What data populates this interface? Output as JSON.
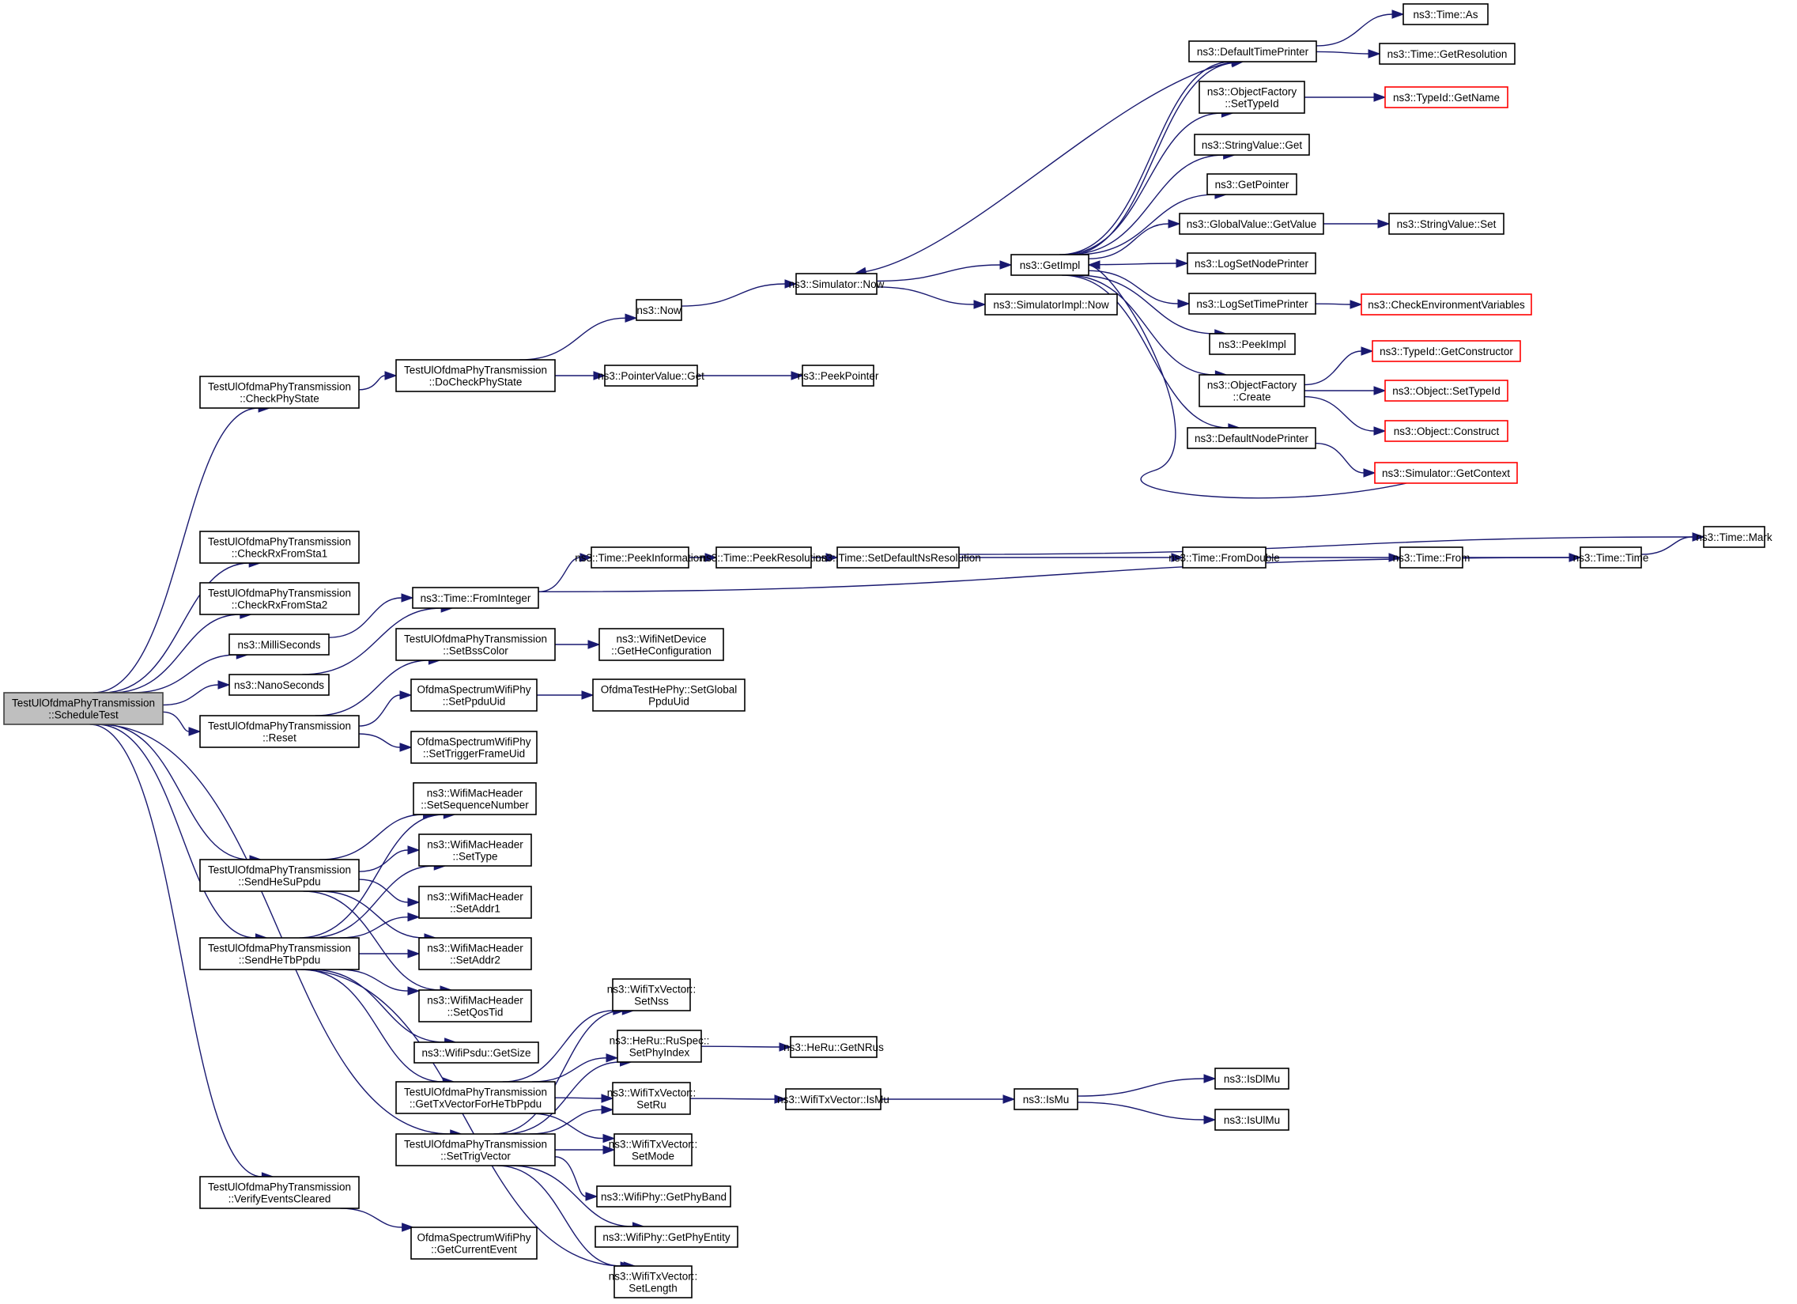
{
  "diagram": {
    "type": "call-graph",
    "colors": {
      "edge": "#191970",
      "root_fill": "#bfbfbf",
      "truncated_border": "#ff0000",
      "node_border": "#000000"
    },
    "nodes": [
      {
        "id": "scheduleTest",
        "label": [
          "TestUlOfdmaPhyTransmission",
          "::ScheduleTest"
        ],
        "root": true
      },
      {
        "id": "checkPhyState",
        "label": [
          "TestUlOfdmaPhyTransmission",
          "::CheckPhyState"
        ]
      },
      {
        "id": "checkRxSta1",
        "label": [
          "TestUlOfdmaPhyTransmission",
          "::CheckRxFromSta1"
        ]
      },
      {
        "id": "checkRxSta2",
        "label": [
          "TestUlOfdmaPhyTransmission",
          "::CheckRxFromSta2"
        ]
      },
      {
        "id": "milliSeconds",
        "label": [
          "ns3::MilliSeconds"
        ]
      },
      {
        "id": "nanoSeconds",
        "label": [
          "ns3::NanoSeconds"
        ]
      },
      {
        "id": "reset",
        "label": [
          "TestUlOfdmaPhyTransmission",
          "::Reset"
        ]
      },
      {
        "id": "sendHeSuPpdu",
        "label": [
          "TestUlOfdmaPhyTransmission",
          "::SendHeSuPpdu"
        ]
      },
      {
        "id": "sendHeTbPpdu",
        "label": [
          "TestUlOfdmaPhyTransmission",
          "::SendHeTbPpdu"
        ]
      },
      {
        "id": "verifyEvents",
        "label": [
          "TestUlOfdmaPhyTransmission",
          "::VerifyEventsCleared"
        ]
      },
      {
        "id": "doCheckPhyState",
        "label": [
          "TestUlOfdmaPhyTransmission",
          "::DoCheckPhyState"
        ]
      },
      {
        "id": "fromInteger",
        "label": [
          "ns3::Time::FromInteger"
        ]
      },
      {
        "id": "setBssColor",
        "label": [
          "TestUlOfdmaPhyTransmission",
          "::SetBssColor"
        ]
      },
      {
        "id": "setPpduUid",
        "label": [
          "OfdmaSpectrumWifiPhy",
          "::SetPpduUid"
        ]
      },
      {
        "id": "setTriggerFrameUid",
        "label": [
          "OfdmaSpectrumWifiPhy",
          "::SetTriggerFrameUid"
        ]
      },
      {
        "id": "setSeqNum",
        "label": [
          "ns3::WifiMacHeader",
          "::SetSequenceNumber"
        ]
      },
      {
        "id": "setType",
        "label": [
          "ns3::WifiMacHeader",
          "::SetType"
        ]
      },
      {
        "id": "setAddr1",
        "label": [
          "ns3::WifiMacHeader",
          "::SetAddr1"
        ]
      },
      {
        "id": "setAddr2",
        "label": [
          "ns3::WifiMacHeader",
          "::SetAddr2"
        ]
      },
      {
        "id": "setQosTid",
        "label": [
          "ns3::WifiMacHeader",
          "::SetQosTid"
        ]
      },
      {
        "id": "getSize",
        "label": [
          "ns3::WifiPsdu::GetSize"
        ]
      },
      {
        "id": "getTxVector",
        "label": [
          "TestUlOfdmaPhyTransmission",
          "::GetTxVectorForHeTbPpdu"
        ]
      },
      {
        "id": "setTrigVector",
        "label": [
          "TestUlOfdmaPhyTransmission",
          "::SetTrigVector"
        ]
      },
      {
        "id": "getCurrentEvent",
        "label": [
          "OfdmaSpectrumWifiPhy",
          "::GetCurrentEvent"
        ]
      },
      {
        "id": "now",
        "label": [
          "ns3::Now"
        ]
      },
      {
        "id": "pointerValueGet",
        "label": [
          "ns3::PointerValue::Get"
        ]
      },
      {
        "id": "peekPointer",
        "label": [
          "ns3::PeekPointer"
        ]
      },
      {
        "id": "simulatorNow",
        "label": [
          "ns3::Simulator::Now"
        ]
      },
      {
        "id": "getImpl",
        "label": [
          "ns3::GetImpl"
        ]
      },
      {
        "id": "simImplNow",
        "label": [
          "ns3::SimulatorImpl::Now"
        ]
      },
      {
        "id": "peekInformation",
        "label": [
          "ns3::Time::PeekInformation"
        ]
      },
      {
        "id": "peekResolution",
        "label": [
          "ns3::Time::PeekResolution"
        ]
      },
      {
        "id": "setDefaultNsRes",
        "label": [
          "ns3::Time::SetDefaultNsResolution"
        ]
      },
      {
        "id": "fromDouble",
        "label": [
          "ns3::Time::FromDouble"
        ]
      },
      {
        "id": "timeFrom",
        "label": [
          "ns3::Time::From"
        ]
      },
      {
        "id": "timeTime",
        "label": [
          "ns3::Time::Time"
        ]
      },
      {
        "id": "timeMark",
        "label": [
          "ns3::Time::Mark"
        ]
      },
      {
        "id": "getHeConfig",
        "label": [
          "ns3::WifiNetDevice",
          "::GetHeConfiguration"
        ]
      },
      {
        "id": "setGlobalPpduUid",
        "label": [
          "OfdmaTestHePhy::SetGlobal",
          "PpduUid"
        ]
      },
      {
        "id": "setNss",
        "label": [
          "ns3::WifiTxVector::",
          "SetNss"
        ]
      },
      {
        "id": "setPhyIndex",
        "label": [
          "ns3::HeRu::RuSpec::",
          "SetPhyIndex"
        ]
      },
      {
        "id": "getNRus",
        "label": [
          "ns3::HeRu::GetNRus"
        ]
      },
      {
        "id": "setRu",
        "label": [
          "ns3::WifiTxVector::",
          "SetRu"
        ]
      },
      {
        "id": "txIsMu",
        "label": [
          "ns3::WifiTxVector::IsMu"
        ]
      },
      {
        "id": "isMu",
        "label": [
          "ns3::IsMu"
        ]
      },
      {
        "id": "isDlMu",
        "label": [
          "ns3::IsDlMu"
        ]
      },
      {
        "id": "isUlMu",
        "label": [
          "ns3::IsUlMu"
        ]
      },
      {
        "id": "setMode",
        "label": [
          "ns3::WifiTxVector::",
          "SetMode"
        ]
      },
      {
        "id": "getPhyBand",
        "label": [
          "ns3::WifiPhy::GetPhyBand"
        ]
      },
      {
        "id": "getPhyEntity",
        "label": [
          "ns3::WifiPhy::GetPhyEntity"
        ]
      },
      {
        "id": "setLength",
        "label": [
          "ns3::WifiTxVector::",
          "SetLength"
        ]
      },
      {
        "id": "defaultTimePrinter",
        "label": [
          "ns3::DefaultTimePrinter"
        ]
      },
      {
        "id": "timeAs",
        "label": [
          "ns3::Time::As"
        ]
      },
      {
        "id": "timeGetRes",
        "label": [
          "ns3::Time::GetResolution"
        ]
      },
      {
        "id": "ofSetTypeId",
        "label": [
          "ns3::ObjectFactory",
          "::SetTypeId"
        ]
      },
      {
        "id": "typeIdGetName",
        "label": [
          "ns3::TypeId::GetName"
        ],
        "truncated": true
      },
      {
        "id": "stringValueGet",
        "label": [
          "ns3::StringValue::Get"
        ]
      },
      {
        "id": "getPointer",
        "label": [
          "ns3::GetPointer"
        ]
      },
      {
        "id": "globalGetValue",
        "label": [
          "ns3::GlobalValue::GetValue"
        ]
      },
      {
        "id": "stringValueSet",
        "label": [
          "ns3::StringValue::Set"
        ]
      },
      {
        "id": "logSetNodePrinter",
        "label": [
          "ns3::LogSetNodePrinter"
        ]
      },
      {
        "id": "logSetTimePrinter",
        "label": [
          "ns3::LogSetTimePrinter"
        ]
      },
      {
        "id": "checkEnvVars",
        "label": [
          "ns3::CheckEnvironmentVariables"
        ],
        "truncated": true
      },
      {
        "id": "peekImpl",
        "label": [
          "ns3::PeekImpl"
        ]
      },
      {
        "id": "ofCreate",
        "label": [
          "ns3::ObjectFactory",
          "::Create"
        ]
      },
      {
        "id": "getConstructor",
        "label": [
          "ns3::TypeId::GetConstructor"
        ],
        "truncated": true
      },
      {
        "id": "objSetTypeId",
        "label": [
          "ns3::Object::SetTypeId"
        ],
        "truncated": true
      },
      {
        "id": "objConstruct",
        "label": [
          "ns3::Object::Construct"
        ],
        "truncated": true
      },
      {
        "id": "defaultNodePrinter",
        "label": [
          "ns3::DefaultNodePrinter"
        ]
      },
      {
        "id": "getContext",
        "label": [
          "ns3::Simulator::GetContext"
        ],
        "truncated": true
      }
    ],
    "edges": [
      [
        "scheduleTest",
        "checkPhyState"
      ],
      [
        "scheduleTest",
        "checkRxSta1"
      ],
      [
        "scheduleTest",
        "checkRxSta2"
      ],
      [
        "scheduleTest",
        "milliSeconds"
      ],
      [
        "scheduleTest",
        "nanoSeconds"
      ],
      [
        "scheduleTest",
        "reset"
      ],
      [
        "scheduleTest",
        "sendHeSuPpdu"
      ],
      [
        "scheduleTest",
        "sendHeTbPpdu"
      ],
      [
        "scheduleTest",
        "setTrigVector"
      ],
      [
        "scheduleTest",
        "verifyEvents"
      ],
      [
        "checkPhyState",
        "doCheckPhyState"
      ],
      [
        "doCheckPhyState",
        "now"
      ],
      [
        "doCheckPhyState",
        "pointerValueGet"
      ],
      [
        "pointerValueGet",
        "peekPointer"
      ],
      [
        "now",
        "simulatorNow"
      ],
      [
        "simulatorNow",
        "getImpl"
      ],
      [
        "simulatorNow",
        "simImplNow"
      ],
      [
        "getImpl",
        "defaultTimePrinter"
      ],
      [
        "getImpl",
        "defaultTimePrinter"
      ],
      [
        "getImpl",
        "ofSetTypeId"
      ],
      [
        "getImpl",
        "stringValueGet"
      ],
      [
        "getImpl",
        "getPointer"
      ],
      [
        "getImpl",
        "globalGetValue"
      ],
      [
        "getImpl",
        "logSetNodePrinter"
      ],
      [
        "getImpl",
        "logSetTimePrinter"
      ],
      [
        "getImpl",
        "peekImpl"
      ],
      [
        "getImpl",
        "ofCreate"
      ],
      [
        "getImpl",
        "defaultNodePrinter"
      ],
      [
        "defaultTimePrinter",
        "timeAs"
      ],
      [
        "defaultTimePrinter",
        "timeGetRes"
      ],
      [
        "defaultTimePrinter",
        "simulatorNow"
      ],
      [
        "ofSetTypeId",
        "typeIdGetName"
      ],
      [
        "globalGetValue",
        "stringValueSet"
      ],
      [
        "logSetTimePrinter",
        "checkEnvVars"
      ],
      [
        "ofCreate",
        "getConstructor"
      ],
      [
        "ofCreate",
        "objSetTypeId"
      ],
      [
        "ofCreate",
        "objConstruct"
      ],
      [
        "defaultNodePrinter",
        "getContext"
      ],
      [
        "getContext",
        "getImpl"
      ],
      [
        "milliSeconds",
        "fromInteger"
      ],
      [
        "nanoSeconds",
        "fromInteger"
      ],
      [
        "fromInteger",
        "peekInformation"
      ],
      [
        "fromInteger",
        "timeTime"
      ],
      [
        "peekInformation",
        "peekResolution"
      ],
      [
        "peekResolution",
        "setDefaultNsRes"
      ],
      [
        "setDefaultNsRes",
        "fromDouble"
      ],
      [
        "setDefaultNsRes",
        "timeMark"
      ],
      [
        "fromDouble",
        "timeFrom"
      ],
      [
        "timeFrom",
        "timeTime"
      ],
      [
        "timeTime",
        "timeMark"
      ],
      [
        "reset",
        "setBssColor"
      ],
      [
        "reset",
        "setPpduUid"
      ],
      [
        "reset",
        "setTriggerFrameUid"
      ],
      [
        "setBssColor",
        "getHeConfig"
      ],
      [
        "setPpduUid",
        "setGlobalPpduUid"
      ],
      [
        "sendHeSuPpdu",
        "setSeqNum"
      ],
      [
        "sendHeSuPpdu",
        "setType"
      ],
      [
        "sendHeSuPpdu",
        "setAddr1"
      ],
      [
        "sendHeSuPpdu",
        "setAddr2"
      ],
      [
        "sendHeSuPpdu",
        "setQosTid"
      ],
      [
        "sendHeTbPpdu",
        "setSeqNum"
      ],
      [
        "sendHeTbPpdu",
        "setType"
      ],
      [
        "sendHeTbPpdu",
        "setAddr1"
      ],
      [
        "sendHeTbPpdu",
        "setAddr2"
      ],
      [
        "sendHeTbPpdu",
        "setQosTid"
      ],
      [
        "sendHeTbPpdu",
        "getSize"
      ],
      [
        "sendHeTbPpdu",
        "getTxVector"
      ],
      [
        "sendHeTbPpdu",
        "setLength"
      ],
      [
        "getTxVector",
        "setNss"
      ],
      [
        "getTxVector",
        "setPhyIndex"
      ],
      [
        "getTxVector",
        "setRu"
      ],
      [
        "getTxVector",
        "setMode"
      ],
      [
        "setTrigVector",
        "setNss"
      ],
      [
        "setTrigVector",
        "setPhyIndex"
      ],
      [
        "setTrigVector",
        "setRu"
      ],
      [
        "setTrigVector",
        "setMode"
      ],
      [
        "setTrigVector",
        "getPhyBand"
      ],
      [
        "setTrigVector",
        "getPhyEntity"
      ],
      [
        "setTrigVector",
        "setLength"
      ],
      [
        "setPhyIndex",
        "getNRus"
      ],
      [
        "setRu",
        "txIsMu"
      ],
      [
        "txIsMu",
        "isMu"
      ],
      [
        "isMu",
        "isDlMu"
      ],
      [
        "isMu",
        "isUlMu"
      ],
      [
        "verifyEvents",
        "getCurrentEvent"
      ]
    ]
  }
}
